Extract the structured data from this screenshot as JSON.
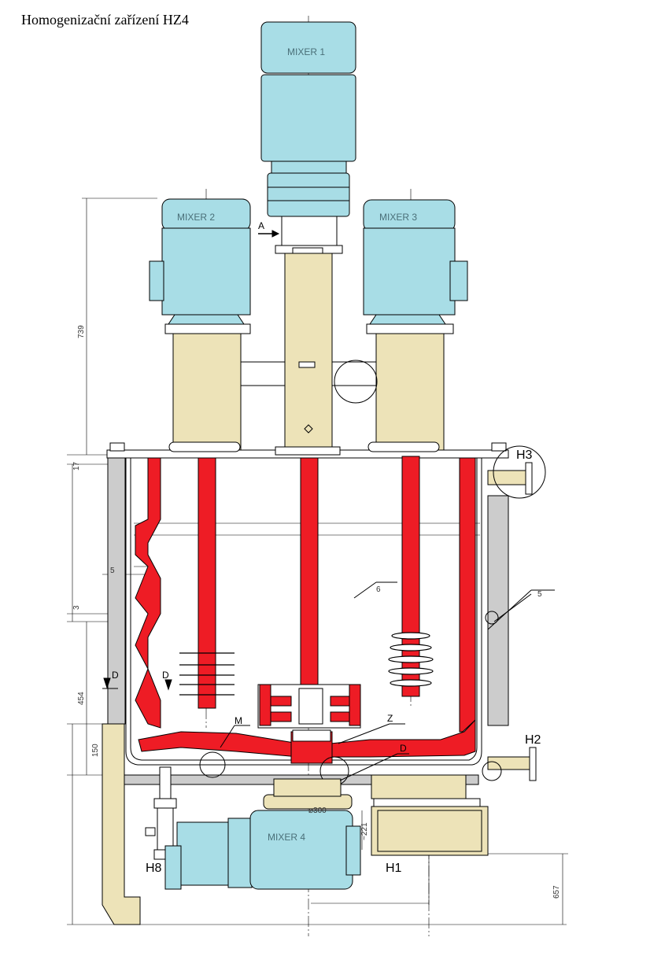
{
  "title": "Homogenizační zařízení HZ4",
  "colors": {
    "motor": "#a8dde6",
    "housing": "#ede3b8",
    "red": "#ee1c25",
    "steel": "#cccccc",
    "line": "#000000"
  },
  "labels": {
    "mixer1": "MIXER 1",
    "mixer2": "MIXER 2",
    "mixer3": "MIXER 3",
    "mixer4": "MIXER 4",
    "a": "A",
    "h1": "H1",
    "h2": "H2",
    "h3": "H3",
    "h8": "H8",
    "m": "M",
    "z": "Z",
    "d1": "D",
    "d2": "D",
    "d3": "D"
  },
  "dimensions": {
    "d739": "739",
    "d17": "17",
    "d5": "5",
    "d3": "3",
    "d454": "454",
    "d150": "150",
    "d221": "~221",
    "d657": "657",
    "d300": "⌀300",
    "w6": "6",
    "w5": "5"
  }
}
